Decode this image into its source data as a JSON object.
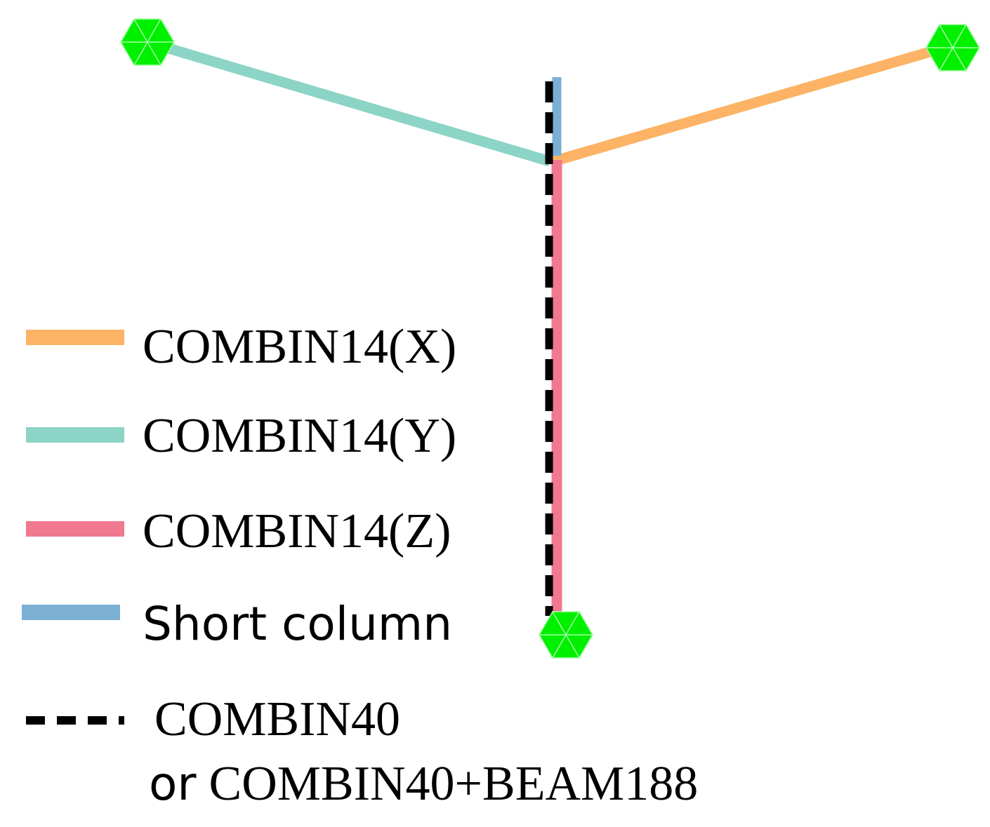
{
  "colors": {
    "combin14_x": "#FDB366",
    "combin14_y": "#8CD4C6",
    "combin14_z": "#F0788F",
    "short_column": "#7BAFD4",
    "combin40": "#000000",
    "node": "#00F000"
  },
  "legend": {
    "combin14_x": "COMBIN14(X)",
    "combin14_y": "COMBIN14(Y)",
    "combin14_z": "COMBIN14(Z)",
    "short_column": "Short column",
    "combin40_line1": "COMBIN40",
    "combin40_line2_prefix": "or",
    "combin40_line2_rest": "COMBIN40+BEAM188"
  },
  "nodes": [
    "fixed-node-left",
    "fixed-node-right",
    "fixed-node-bottom"
  ],
  "node_icon": "hexagon-node-icon"
}
